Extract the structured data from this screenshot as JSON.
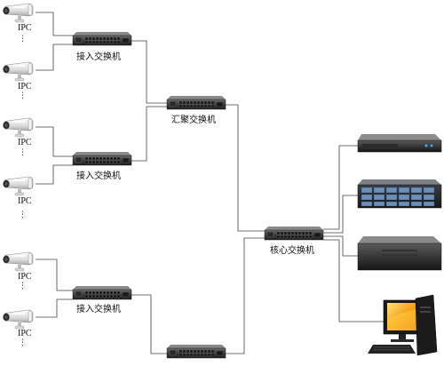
{
  "camera_label": "IPC",
  "access_switch_label": "接入交换机",
  "aggregation_switch_label": "汇聚交换机",
  "core_switch_label": "核心交换机",
  "ellipsis": "⋮"
}
